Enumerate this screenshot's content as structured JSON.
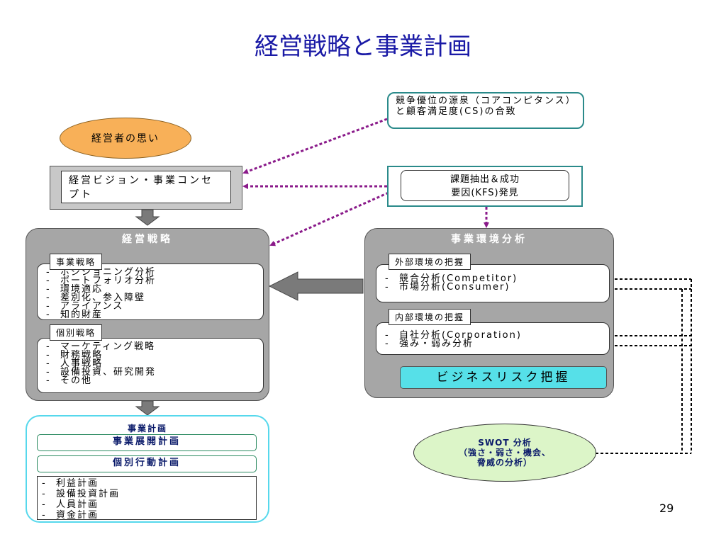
{
  "title": "経営戦略と事業計画",
  "owner_thought": "経営者の思い",
  "vision": "経営ビジョン・事業コンセプト",
  "core_competence": "競争優位の源泉（コアコンピタンス）と顧客満足度(CS)の合致",
  "kfs": {
    "line1": "課題抽出＆成功",
    "line2": "要因(KFS)発見"
  },
  "strategy": {
    "title": "経営戦略",
    "business_label": "事業戦略",
    "business_items": [
      "ポジショニング分析",
      "ポートフォリオ分析",
      "環境適応",
      "差別化、参入障壁",
      "アライアンス",
      "知的財産"
    ],
    "individual_label": "個別戦略",
    "individual_items": [
      "マーケティング戦略",
      "財務戦略",
      "人事戦略",
      "設備投資、研究開発",
      "その他"
    ]
  },
  "environment": {
    "title": "事業環境分析",
    "external_label": "外部環境の把握",
    "external_items": [
      "競合分析(Competitor)",
      "市場分析(Consumer)"
    ],
    "internal_label": "内部環境の把握",
    "internal_items": [
      "自社分析(Corporation)",
      "強み・弱み分析"
    ],
    "risk": "ビジネスリスク把握"
  },
  "plan": {
    "title": "事業計画",
    "deploy": "事業展開計画",
    "action": "個別行動計画",
    "items": [
      "利益計画",
      "設備投資計画",
      "人員計画",
      "資金計画"
    ]
  },
  "swot": {
    "line1": "SWOT 分析",
    "line2": "（強さ・弱さ・機会、",
    "line3": "脅威の分析）"
  },
  "page_number": "29",
  "colors": {
    "title": "#1a1aa6",
    "dotted_arrow": "#8a1a8a",
    "oval": "#f8b058",
    "teal": "#2a8a8a",
    "risk": "#56e0e8",
    "swot": "#dcf5c8",
    "panel": "#a6a6a6"
  }
}
